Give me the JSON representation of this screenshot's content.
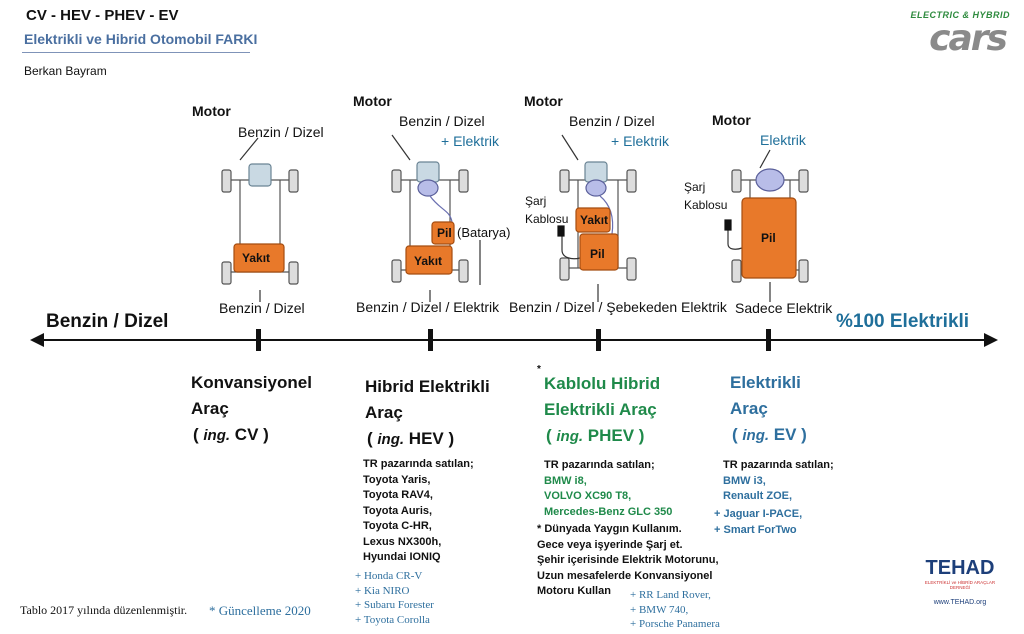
{
  "header": {
    "title": "CV - HEV - PHEV - EV",
    "subtitle": "Elektrikli ve Hibrid Otomobil FARKI",
    "author": "Berkan Bayram"
  },
  "logo": {
    "top": "ELECTRIC & HYBRID",
    "main": "cars"
  },
  "axis": {
    "left": "Benzin / Dizel",
    "right": "%100 Elektrikli"
  },
  "diagrams": [
    {
      "motor": "Motor",
      "source": "Benzin / Dizel",
      "extra": "",
      "tank": "Yakıt",
      "battery": "",
      "battery_note": "",
      "cable": "",
      "bottom": "Benzin / Dizel"
    },
    {
      "motor": "Motor",
      "source": "Benzin / Dizel",
      "extra": "+ Elektrik",
      "tank": "Yakıt",
      "battery": "Pil",
      "battery_note": "(Batarya)",
      "cable": "",
      "bottom": "Benzin / Dizel / Elektrik"
    },
    {
      "motor": "Motor",
      "source": "Benzin / Dizel",
      "extra": "+ Elektrik",
      "tank": "Yakıt",
      "battery": "Pil",
      "battery_note": "",
      "cable": "Şarj Kablosu",
      "bottom": "Benzin / Dizel / Şebekeden Elektrik"
    },
    {
      "motor": "Motor",
      "source": "",
      "extra": "Elektrik",
      "tank": "",
      "battery": "Pil",
      "battery_note": "",
      "cable": "Şarj Kablosu",
      "bottom": "Sadece Elektrik"
    }
  ],
  "columns": {
    "cv": {
      "line1": "Konvansiyonel",
      "line2": "Araç",
      "ing_prefix": "( ",
      "ing": "ing.",
      "ing_code": " CV )"
    },
    "hev": {
      "line1": "Hibrid Elektrikli",
      "line2": "Araç",
      "ing_prefix": "( ",
      "ing": "ing.",
      "ing_code": " HEV )",
      "tr_label": "TR pazarında satılan;",
      "tr_models": [
        "Toyota Yaris,",
        "Toyota RAV4,",
        "Toyota Auris,",
        "Toyota C-HR,",
        "Lexus NX300h,",
        "Hyundai IONIQ"
      ],
      "update_models": [
        "+ Honda CR-V",
        "+ Kia NIRO",
        "+ Subaru Forester",
        "+ Toyota Corolla"
      ]
    },
    "phev": {
      "asterisk": "*",
      "line1": "Kablolu Hibrid",
      "line2": "Elektrikli Araç",
      "ing_prefix": "( ",
      "ing": "ing.",
      "ing_code": " PHEV )",
      "tr_label": "TR pazarında satılan;",
      "tr_models": [
        "BMW i8,",
        "VOLVO XC90 T8,",
        "Mercedes-Benz GLC 350"
      ],
      "note": [
        "* Dünyada Yaygın Kullanım.",
        "Gece veya işyerinde Şarj et.",
        "Şehir içerisinde Elektrik Motorunu,",
        "Uzun mesafelerde Konvansiyonel",
        "Motoru Kullan"
      ],
      "update_models": [
        "+ RR Land Rover,",
        "+ BMW 740,",
        "+ Porsche Panamera"
      ]
    },
    "ev": {
      "line1": "Elektrikli",
      "line2": "Araç",
      "ing_prefix": "( ",
      "ing": "ing.",
      "ing_code": " EV )",
      "tr_label": "TR pazarında satılan;",
      "tr_models": [
        "BMW i3,",
        "Renault ZOE,"
      ],
      "update_models": [
        "+ Jaguar I-PACE,",
        "+ Smart ForTwo"
      ]
    }
  },
  "footer": {
    "note": "Tablo 2017 yılında düzenlenmiştir.",
    "update": "* Güncelleme 2020"
  },
  "tehad": {
    "main": "TEHAD",
    "sub": "ELEKTRİKLİ ve HİBRİD ARAÇLAR DERNEĞİ",
    "url": "www.TEHAD.org"
  },
  "colors": {
    "tank": "#e8792a",
    "tank_stroke": "#a54d10",
    "blue": "#2e6f9e",
    "green": "#1f8a4a",
    "axis": "#111111"
  }
}
